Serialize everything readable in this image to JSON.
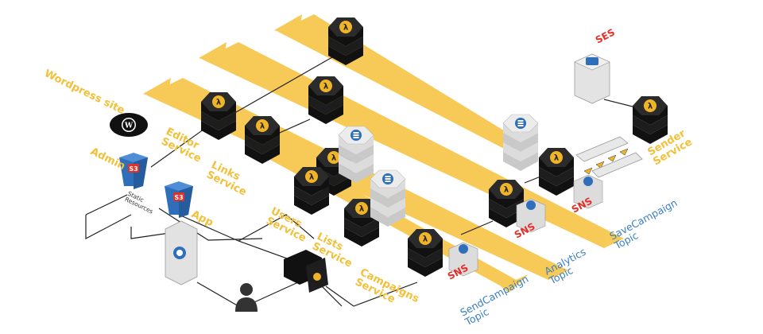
{
  "services": {
    "editor": "Editor\nService",
    "links": "Links\nService",
    "users": "Users\nService",
    "lists": "Lists\nService",
    "campaigns": "Campaigns\nService",
    "sender": "Sender\nService"
  },
  "labels": {
    "wordpress": "Wordpress site",
    "admin": "Admin",
    "app": "App",
    "static": "Static\nResources",
    "ses": "SES",
    "sns": "SNS",
    "s3": "S3"
  },
  "topics": {
    "send": "SendCampaign\nTopic",
    "analytics": "Analytics\nTopic",
    "save": "SaveCampaign\nTopic"
  },
  "colors": {
    "band": "#f7c548",
    "stack_dark": "#222222",
    "lambda": "#f0b429",
    "db_light": "#e6e6e6",
    "bucket_blue": "#2f6fba",
    "topic_text": "#3a7fc1",
    "sns_red": "#e2302b"
  },
  "icons": [
    "lambda-icon",
    "database-icon",
    "s3-bucket-icon",
    "wordpress-icon",
    "user-icon",
    "api-gateway-icon",
    "device-icon",
    "ses-icon"
  ]
}
